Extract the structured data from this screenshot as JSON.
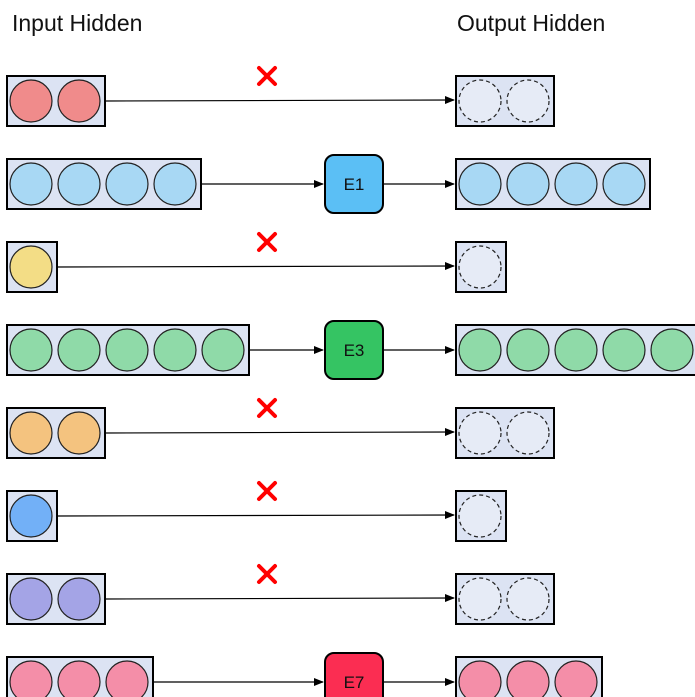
{
  "headings": {
    "input": "Input Hidden",
    "output": "Output Hidden"
  },
  "colors": {
    "box_fill": "#dce3f3",
    "box_stroke": "#000000",
    "empty_circle_fill": "#e6ebf6",
    "cross": "#ff0000"
  },
  "rows": [
    {
      "tokens": 2,
      "color": "#f08b8b",
      "expert": null,
      "routed": false
    },
    {
      "tokens": 4,
      "color": "#a8d8f4",
      "expert": "E1",
      "expert_color": "#5bbff5",
      "routed": true
    },
    {
      "tokens": 1,
      "color": "#f3dd86",
      "expert": null,
      "routed": false
    },
    {
      "tokens": 5,
      "color": "#8fdaa8",
      "expert": "E3",
      "expert_color": "#35c463",
      "routed": true
    },
    {
      "tokens": 2,
      "color": "#f4c37f",
      "expert": null,
      "routed": false
    },
    {
      "tokens": 1,
      "color": "#72b0f7",
      "expert": null,
      "routed": false
    },
    {
      "tokens": 2,
      "color": "#a4a4e6",
      "expert": null,
      "routed": false
    },
    {
      "tokens": 3,
      "color": "#f48ea8",
      "expert": "E7",
      "expert_color": "#fb2d52",
      "routed": true
    }
  ]
}
